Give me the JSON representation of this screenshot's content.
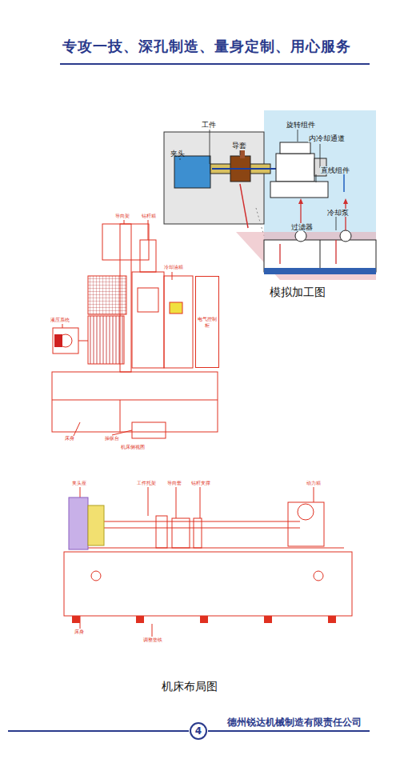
{
  "diagram": {
    "title": "专攻一技、深孔制造、量身定制、用心服务",
    "nodes": [
      {
        "text": [
          "电气控制柜"
        ]
      },
      {
        "text": [
          "4"
        ]
      }
    ],
    "labels": [
      "夹头",
      "工件",
      "导套",
      "旋转组件",
      "内冷却通道",
      "直线组件",
      "冷却泵",
      "过滤器",
      "模拟加工图",
      "导向架",
      "钻杆箱",
      "冷却油箱",
      "液压系统",
      "床身",
      "操纵台",
      "机床侧视图",
      "夹头座",
      "工件托架",
      "导向套",
      "钻杆支撑",
      "动力箱",
      "床身",
      "调整垫铁",
      "机床布局图",
      "德州锐达机械制造有限责任公司"
    ]
  }
}
